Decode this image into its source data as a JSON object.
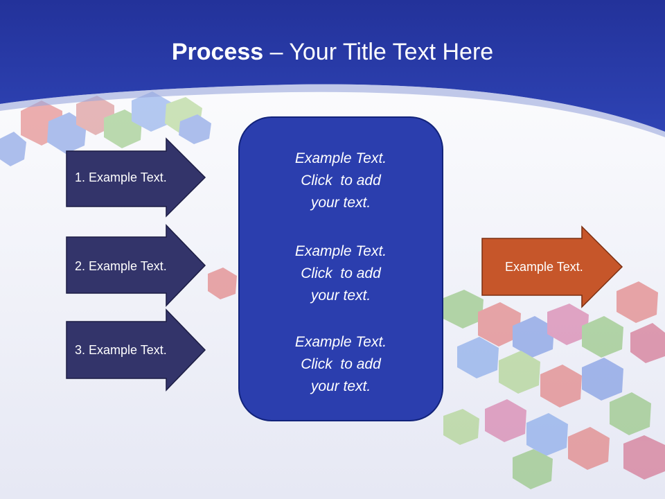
{
  "slide": {
    "title_bold": "Process",
    "title_rest": " – Your Title Text Here"
  },
  "inputs": [
    {
      "label": "1. Example Text."
    },
    {
      "label": "2. Example Text."
    },
    {
      "label": "3. Example Text."
    }
  ],
  "center": {
    "blocks": [
      {
        "line1": "Example Text.",
        "line2": "Click  to add",
        "line3": "your text."
      },
      {
        "line1": "Example Text.",
        "line2": "Click  to add",
        "line3": "your text."
      },
      {
        "line1": "Example Text.",
        "line2": "Click  to add",
        "line3": "your text."
      }
    ]
  },
  "output": {
    "label": "Example Text."
  },
  "colors": {
    "header_blue": "#2a3aa6",
    "input_arrow": "#33346a",
    "center_box": "#2b3eae",
    "output_arrow": "#c6562a"
  }
}
